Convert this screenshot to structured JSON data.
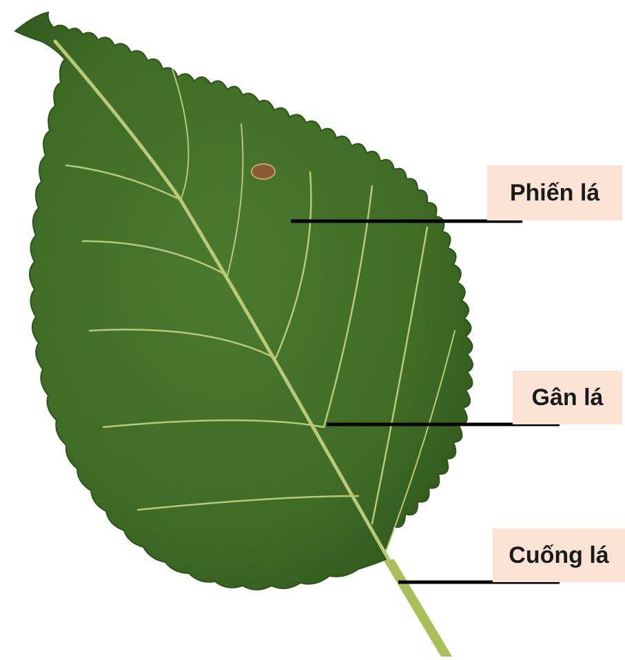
{
  "labels": {
    "blade": "Phiến lá",
    "vein": "Gân lá",
    "petiole": "Cuống lá"
  },
  "colors": {
    "leaf": "#3f6b26",
    "leaf_dark": "#2f5a1c",
    "vein": "#b8c97a",
    "petiole": "#a9bf5a",
    "label_bg": "#fbe4d5",
    "pointer_line": "#000000"
  },
  "icons": [
    "leaf-illustration",
    "leaf-spot"
  ]
}
